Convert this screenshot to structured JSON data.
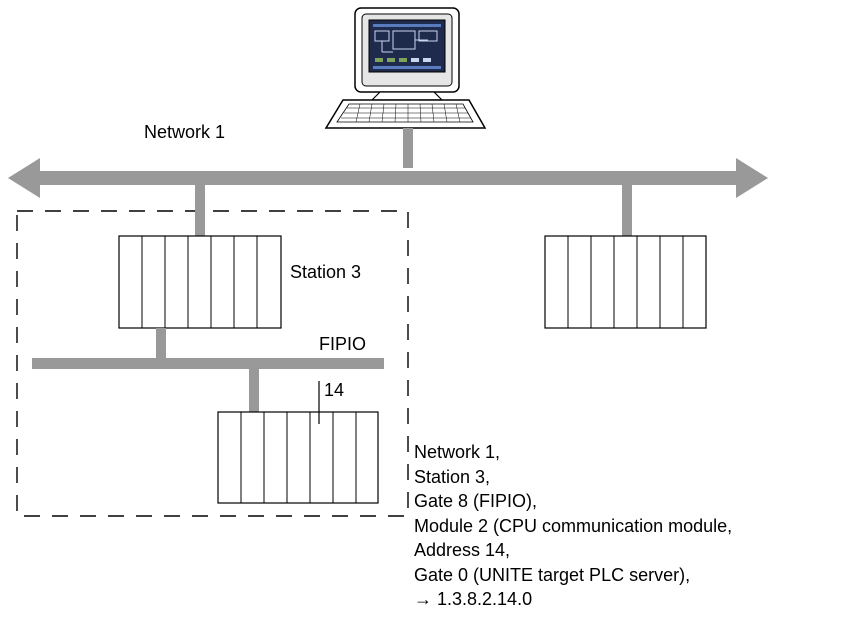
{
  "labels": {
    "network": "Network 1",
    "station": "Station 3",
    "fipio": "FIPIO",
    "address_tag": "14"
  },
  "address_lines": [
    "Network 1,",
    "Station 3,",
    "Gate 8 (FIPIO),",
    "Module 2 (CPU communication module,",
    "Address 14,",
    "Gate 0 (UNITE target PLC server),",
    "→ 1.3.8.2.14.0"
  ],
  "colors": {
    "bus": "#999999",
    "line": "#000000",
    "background": "#ffffff"
  },
  "icons": {
    "workstation": "computer-workstation-icon"
  }
}
